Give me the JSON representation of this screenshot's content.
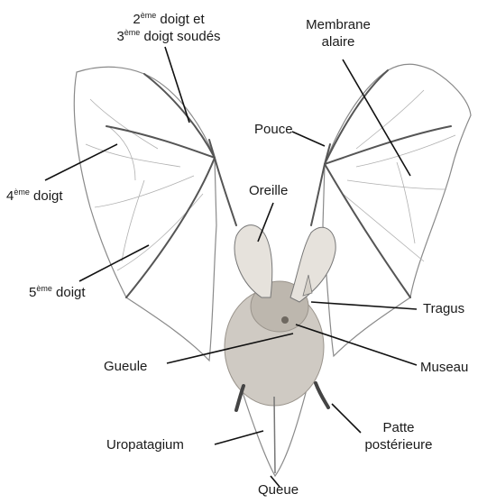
{
  "labels": {
    "finger_2_3": {
      "line1_num": "2",
      "line1_sup": "ème",
      "line1_rest": " doigt et",
      "line2_num": "3",
      "line2_sup": "ème",
      "line2_rest": " doigt soudés"
    },
    "membrane": {
      "line1": "Membrane",
      "line2": "alaire"
    },
    "thumb": "Pouce",
    "finger_4": {
      "num": "4",
      "sup": "ème",
      "rest": " doigt"
    },
    "ear": "Oreille",
    "finger_5": {
      "num": "5",
      "sup": "ème",
      "rest": " doigt"
    },
    "tragus": "Tragus",
    "mouth": "Gueule",
    "muzzle": "Museau",
    "hind_leg": {
      "line1": "Patte",
      "line2": "postérieure"
    },
    "uropatagium": "Uropatagium",
    "tail": "Queue"
  },
  "colors": {
    "wing_membrane": "#ffffff",
    "wing_outline": "#8a8a8a",
    "bone": "#555555",
    "fur": "#cfcac3",
    "fur_dark": "#9a948c",
    "ear_fill": "#e6e2dc",
    "leader_line": "#111111"
  }
}
